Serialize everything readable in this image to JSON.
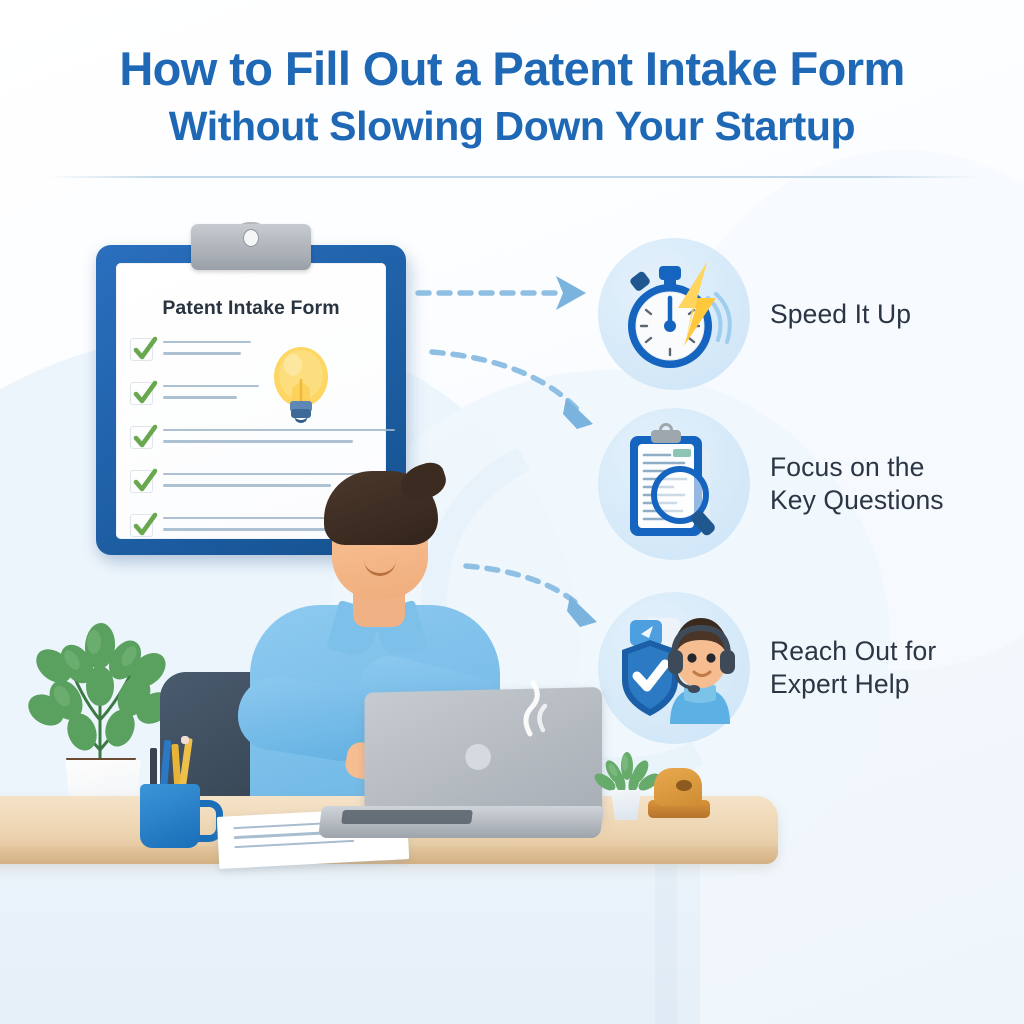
{
  "header": {
    "title_line1": "How to Fill Out a Patent Intake Form",
    "title_line2": "Without Slowing Down Your Startup",
    "title_color": "#1F68B5",
    "divider_color": "#c3d9e9"
  },
  "clipboard": {
    "form_title": "Patent Intake Form",
    "checkbox_count": 5,
    "checkmark_color": "#6AA84F",
    "board_color": "#14518F",
    "paper_color": "#FFFFFF",
    "clip_color": "#9AA0A7",
    "line_color": "#9FB6CB",
    "icon": "lightbulb-icon",
    "checklist_rows": [
      {
        "checked": true,
        "lines": 2
      },
      {
        "checked": true,
        "lines": 2
      },
      {
        "checked": true,
        "lines": 2
      },
      {
        "checked": true,
        "lines": 2
      },
      {
        "checked": true,
        "lines": 2
      }
    ]
  },
  "benefits": [
    {
      "label": "Speed It Up",
      "icon": "stopwatch-lightning-icon",
      "circle_color": "#D3E8F8",
      "accent_color": "#1565C0"
    },
    {
      "label": "Focus on the\nKey Questions",
      "icon": "clipboard-magnifier-icon",
      "circle_color": "#D3E8F8",
      "accent_color": "#1565C0"
    },
    {
      "label": "Reach Out for\nExpert Help",
      "icon": "shield-support-agent-icon",
      "circle_color": "#D3E8F8",
      "accent_color": "#1565C0"
    }
  ],
  "arrows": {
    "style": "dashed",
    "color": "#8FC0E4",
    "count": 3
  },
  "scene": {
    "person": {
      "description": "person-typing-on-laptop",
      "shirt_color": "#6AB5E4",
      "hair_color": "#32241B",
      "skin_color": "#F0AD7D"
    },
    "laptop": {
      "name": "laptop",
      "color": "#A8AEB5"
    },
    "desk": {
      "name": "desk",
      "color": "#EBD2AD"
    },
    "chair": {
      "name": "office-chair",
      "color": "#33414F"
    },
    "plant": {
      "name": "potted-plant",
      "leaf_color": "#5AA05F",
      "pot_color": "#ECEFF2"
    },
    "mug": {
      "name": "pen-cup-mug",
      "color": "#1A6FB8"
    },
    "papers": {
      "name": "desk-papers",
      "color": "#FFFFFF"
    },
    "succulent": {
      "name": "small-succulent",
      "leaf_color": "#66AB6A"
    },
    "wood_object": {
      "name": "wooden-desk-ornament",
      "color": "#CF8C33"
    }
  },
  "palette": {
    "background": "#EEF5FB",
    "text_dark": "#2B3544",
    "brand_blue": "#1F68B5",
    "light_blue": "#D3E8F8"
  }
}
